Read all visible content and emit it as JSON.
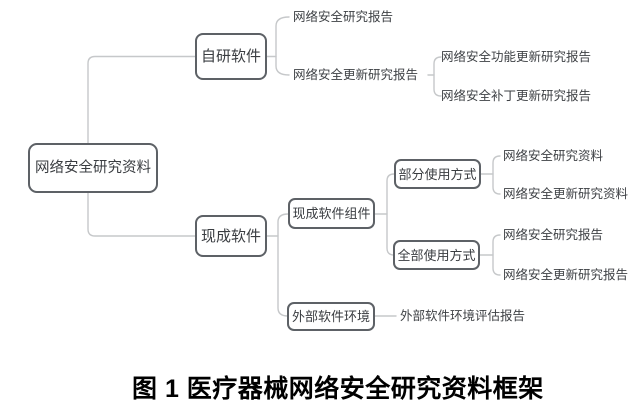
{
  "figure": {
    "caption": "图 1 医疗器械网络安全研究资料框架"
  },
  "colors": {
    "box_border": "#5d6166",
    "connector_line": "#c6c8ca",
    "node_text": "#3a3d41",
    "caption_text": "#000000",
    "background": "#ffffff"
  },
  "tree": {
    "root": {
      "label": "网络安全研究资料"
    },
    "children": [
      {
        "label": "自研软件",
        "children": [
          {
            "label": "网络安全研究报告"
          },
          {
            "label": "网络安全更新研究报告",
            "children": [
              {
                "label": "网络安全功能更新研究报告"
              },
              {
                "label": "网络安全补丁更新研究报告"
              }
            ]
          }
        ]
      },
      {
        "label": "现成软件",
        "children": [
          {
            "label": "现成软件组件",
            "children": [
              {
                "label": "部分使用方式",
                "children": [
                  {
                    "label": "网络安全研究资料"
                  },
                  {
                    "label": "网络安全更新研究资料"
                  }
                ]
              },
              {
                "label": "全部使用方式",
                "children": [
                  {
                    "label": "网络安全研究报告"
                  },
                  {
                    "label": "网络安全更新研究报告"
                  }
                ]
              }
            ]
          },
          {
            "label": "外部软件环境",
            "children": [
              {
                "label": "外部软件环境评估报告"
              }
            ]
          }
        ]
      }
    ]
  }
}
